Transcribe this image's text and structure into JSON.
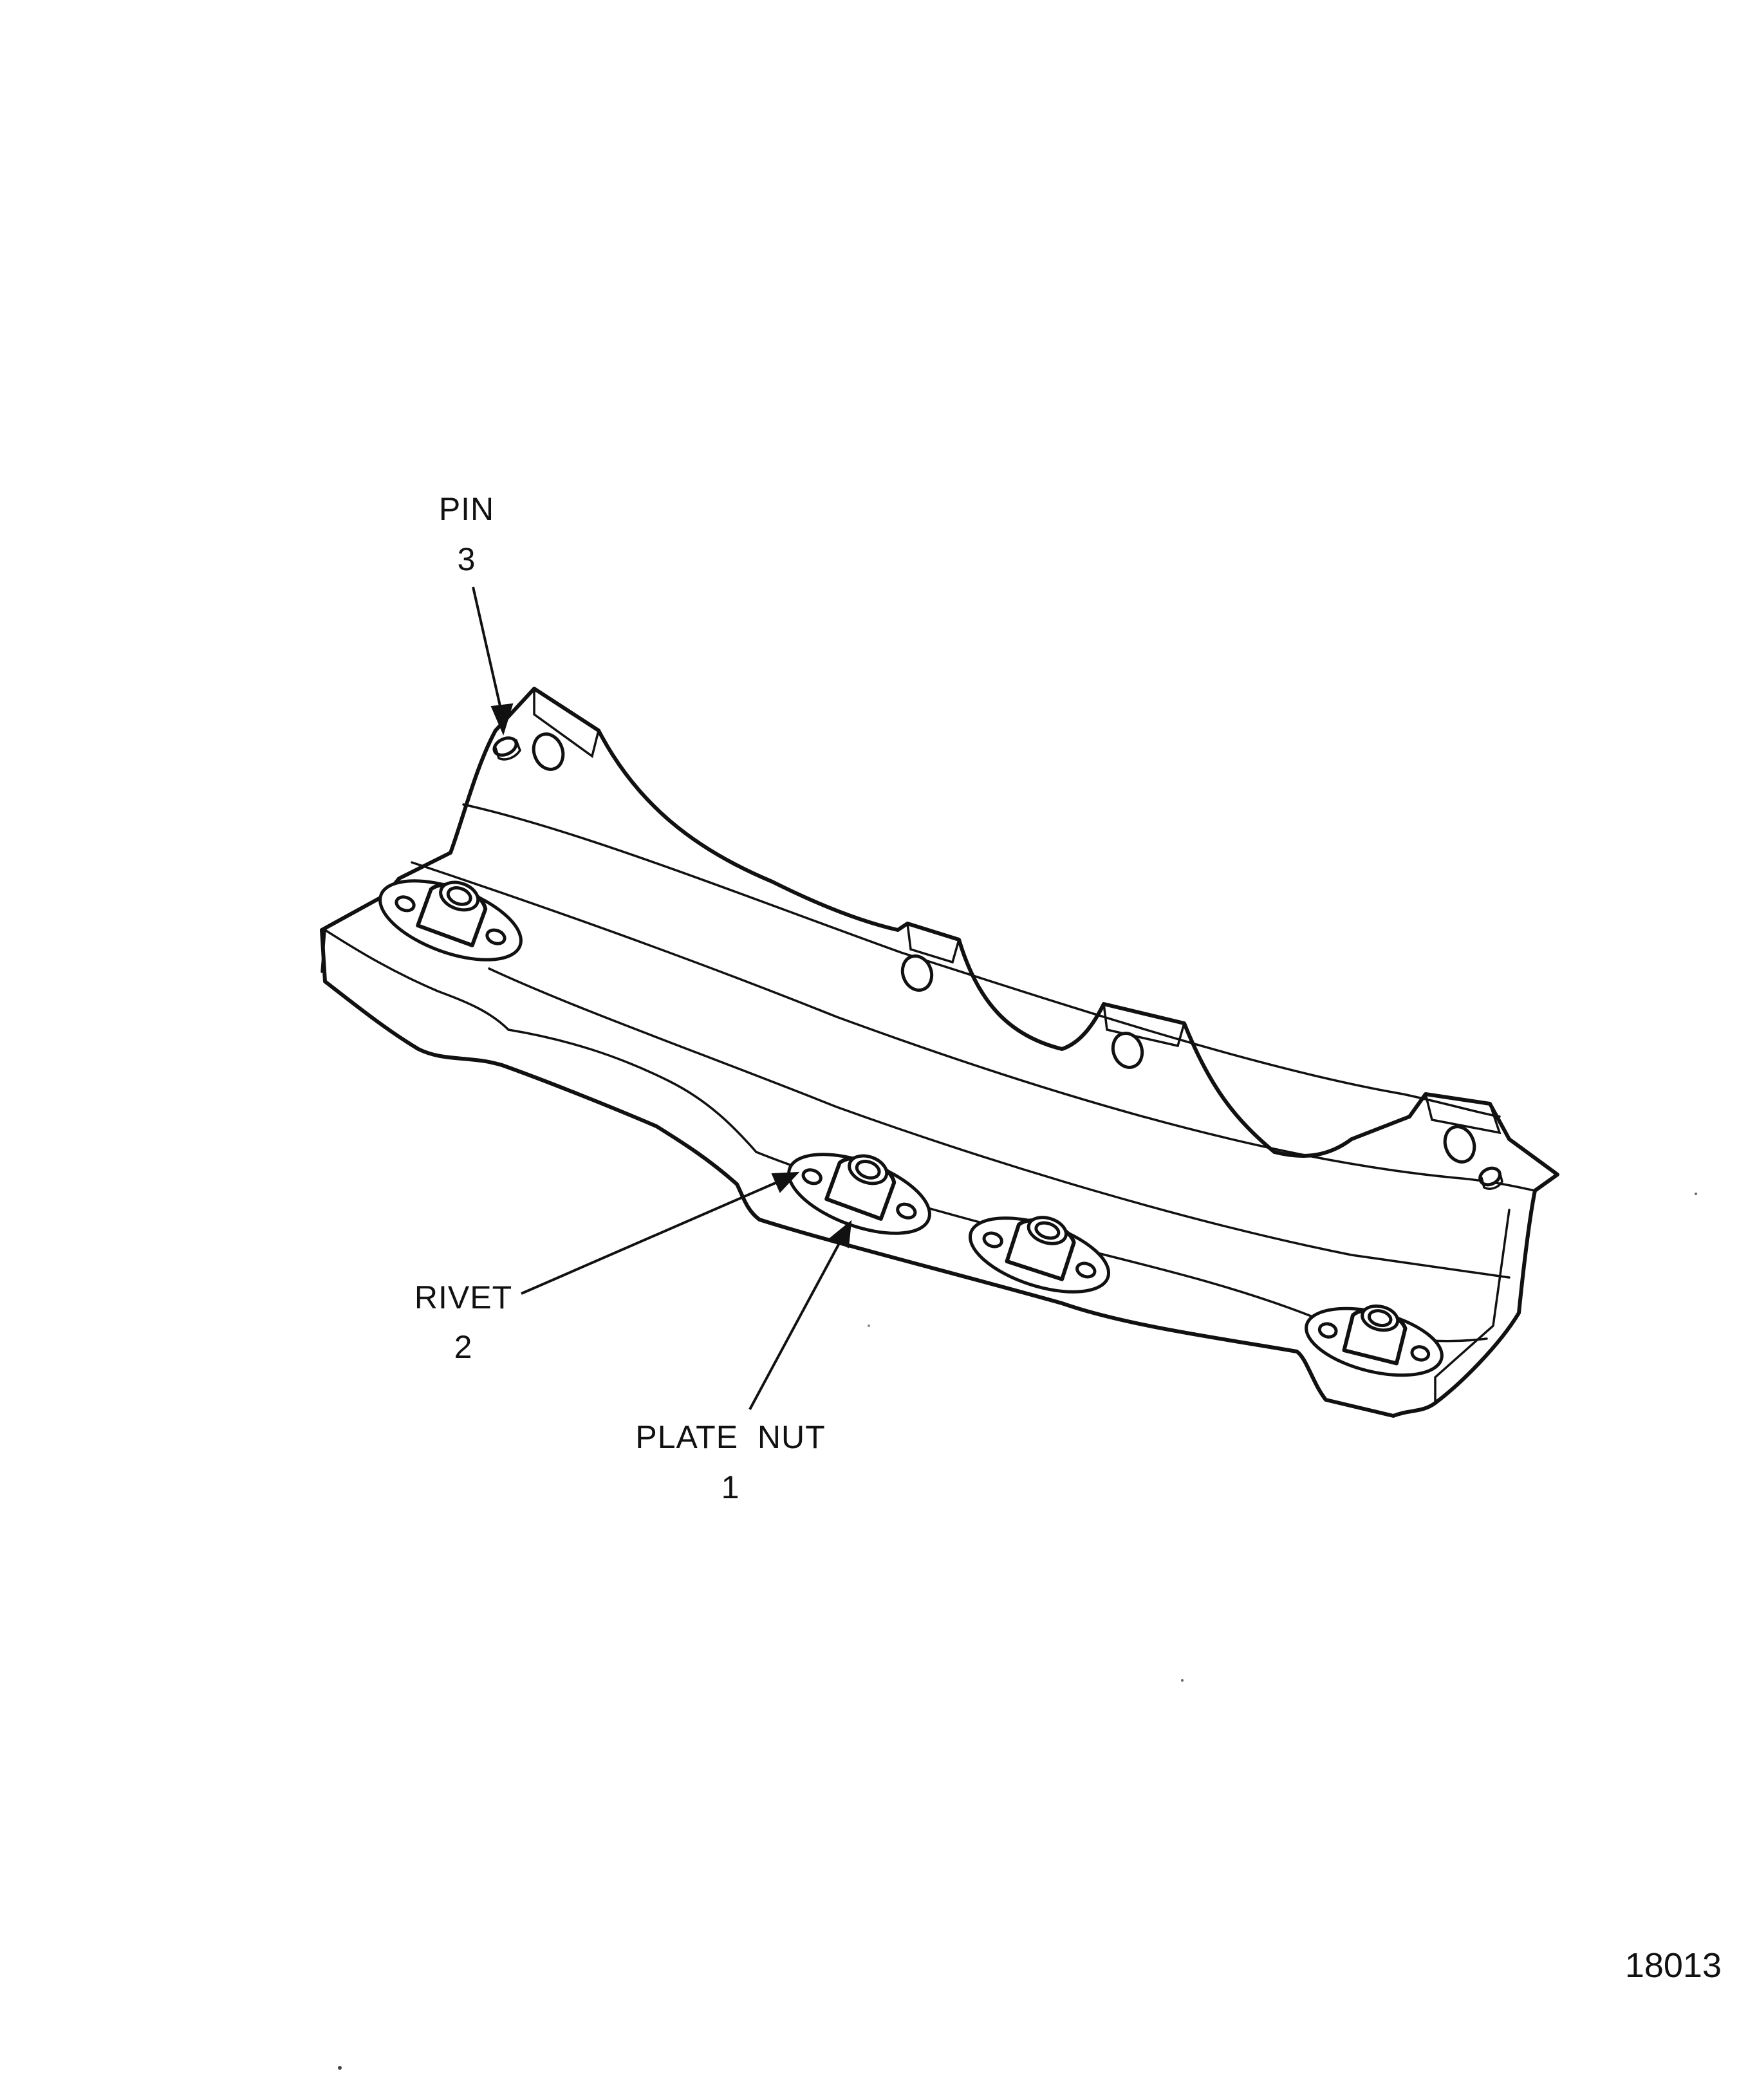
{
  "figure": {
    "number": "18013"
  },
  "callouts": [
    {
      "id": "pin",
      "name": "PIN",
      "number": "3"
    },
    {
      "id": "rivet",
      "name": "RIVET",
      "number": "2"
    },
    {
      "id": "plate_nut",
      "name": "PLATE  NUT",
      "number": "1"
    }
  ],
  "colors": {
    "ink": "#111111",
    "paper": "#ffffff"
  }
}
